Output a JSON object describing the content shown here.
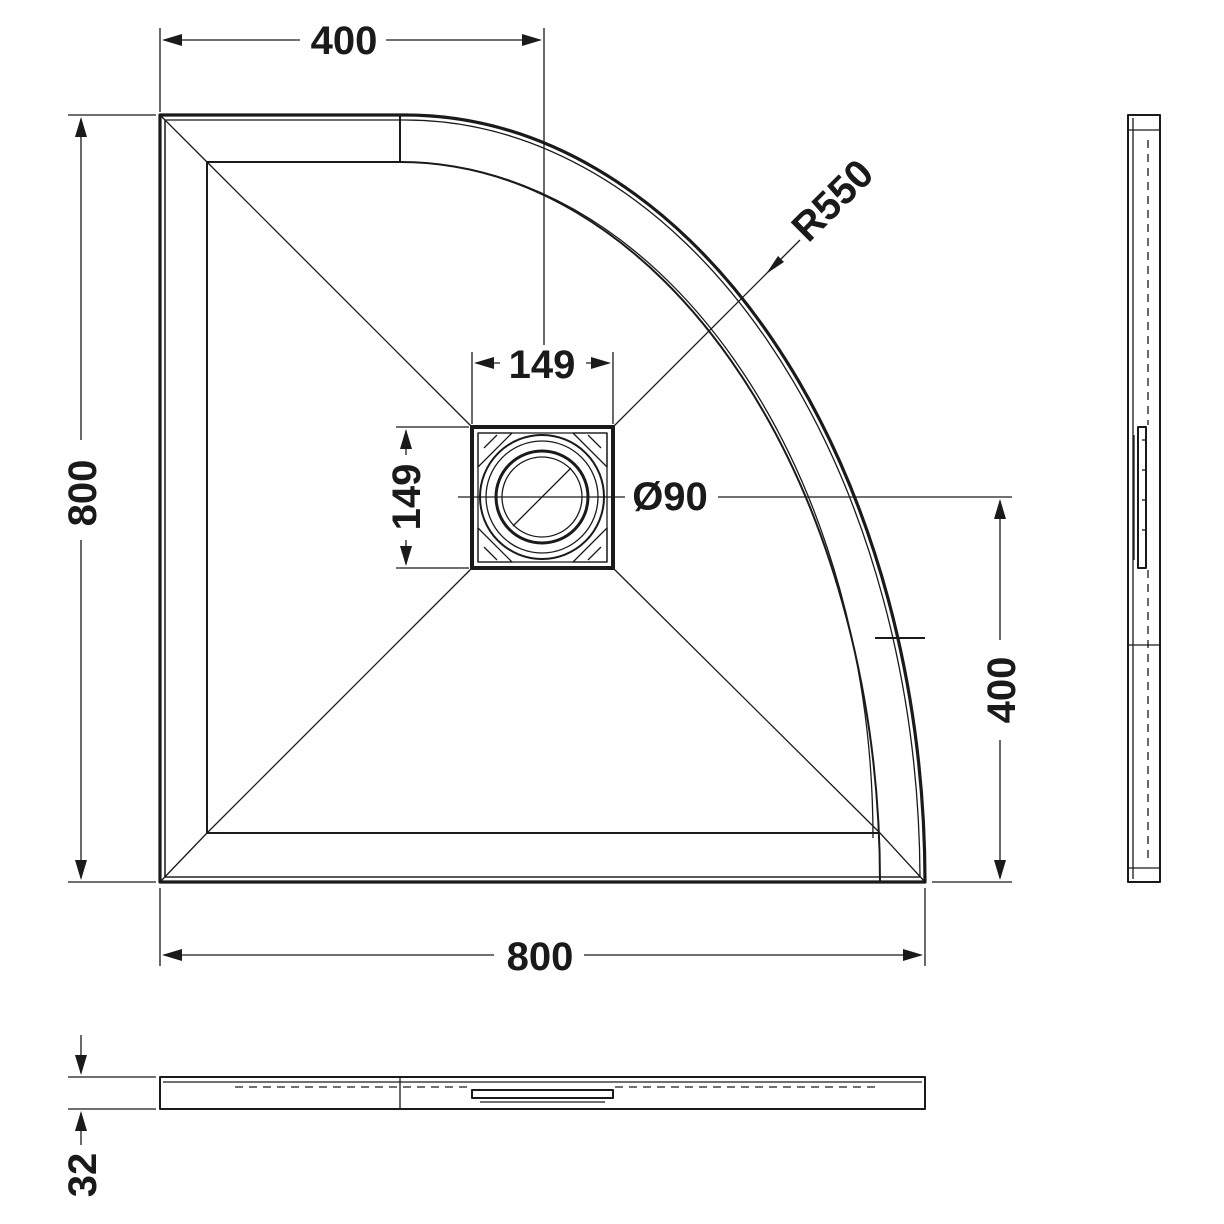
{
  "dimensions": {
    "top_width": "400",
    "left_height": "800",
    "bottom_width": "800",
    "right_height": "400",
    "radius": "R550",
    "waste_width": "149",
    "waste_height": "149",
    "waste_diameter": "Ø90",
    "tray_thickness": "32"
  },
  "colors": {
    "line": "#1a1a1a",
    "background": "#ffffff"
  }
}
